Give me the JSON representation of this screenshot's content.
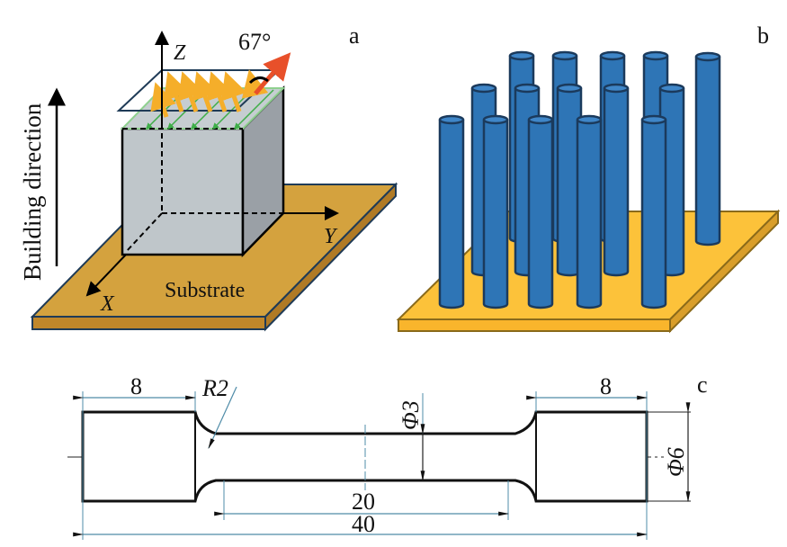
{
  "panel_a": {
    "label": "a",
    "building_direction": "Building direction",
    "axis_z": "Z",
    "axis_y": "Y",
    "axis_x": "X",
    "angle": "67°",
    "substrate": "Substrate"
  },
  "panel_b": {
    "label": "b",
    "rod_count": 15
  },
  "panel_c": {
    "label": "c",
    "dim_grip_left": "8",
    "dim_grip_right": "8",
    "dim_radius": "R2",
    "dim_gauge_dia": "Φ3",
    "dim_grip_dia": "Φ6",
    "dim_gauge_len": "20",
    "dim_total_len": "40"
  },
  "colors": {
    "substrate_a": "#D4A23E",
    "substrate_a_side": "#C0872A",
    "substrate_b": "#FCC23A",
    "rod_blue": "#2E75B6",
    "rod_outline": "#1B3A5C",
    "cube_front": "#BFC6CA",
    "cube_side": "#9AA0A6",
    "arrow_orange": "#F5AE2A",
    "arrow_green": "#3FAE49",
    "arrow_red": "#E8502A",
    "dim_line": "#4F8CA8"
  }
}
